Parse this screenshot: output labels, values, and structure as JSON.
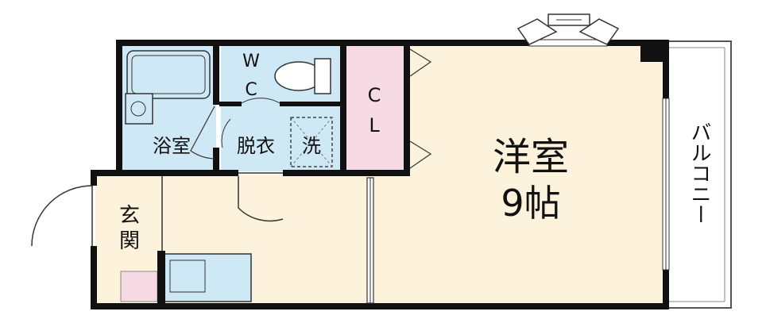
{
  "rooms": {
    "western_room": {
      "name": "洋室",
      "size": "9帖"
    },
    "closet": {
      "line1": "C",
      "line2": "L"
    },
    "toilet": {
      "line1": "W",
      "line2": "C"
    },
    "bathroom": "浴室",
    "dressing": "脱衣",
    "washer": "洗",
    "entrance": {
      "line1": "玄",
      "line2": "関"
    },
    "balcony": "バルコニー"
  },
  "colors": {
    "floor": "#fdf3dc",
    "wet_area": "#cfe8f5",
    "closet": "#f7dbe4",
    "wall": "#111111",
    "balcony": "#ffffff"
  }
}
